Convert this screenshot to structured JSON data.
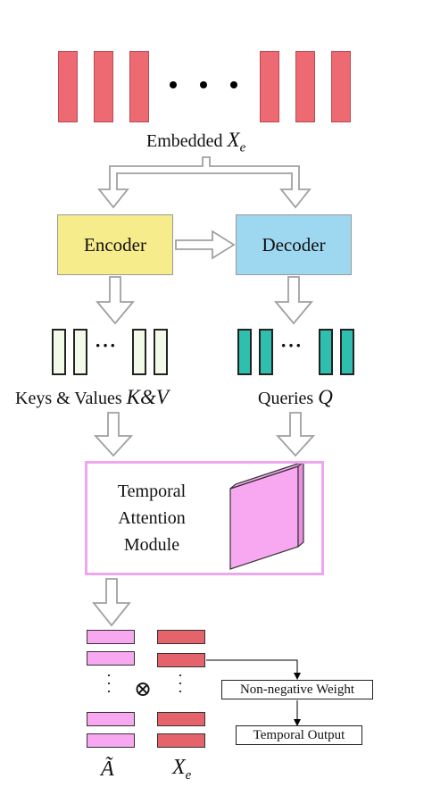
{
  "embedded": {
    "label": "Embedded",
    "symbol": "X",
    "subscript": "e"
  },
  "encoder": {
    "label": "Encoder"
  },
  "decoder": {
    "label": "Decoder"
  },
  "keys_values": {
    "label": "Keys & Values",
    "symbol": "K&V"
  },
  "queries": {
    "label": "Queries",
    "symbol": "Q"
  },
  "temporal_attention": {
    "line1": "Temporal",
    "line2": "Attention",
    "line3": "Module"
  },
  "outputs": {
    "weight_label": "Non-negative Weight",
    "output_label": "Temporal Output",
    "operator": "⊗",
    "a_symbol": "Ã",
    "x_symbol": "X",
    "x_subscript": "e"
  },
  "colors": {
    "embedded_bar": "#ee6a72",
    "encoder": "#f7ec8c",
    "decoder": "#9ed8f0",
    "keys_values_bar": "#f2fbe8",
    "queries_bar": "#2fbfae",
    "attention_border": "#f0a6ee",
    "attention_block": "#f7a8f0",
    "weight_bar": "#f7a8f0",
    "value_bar": "#e5636b"
  }
}
